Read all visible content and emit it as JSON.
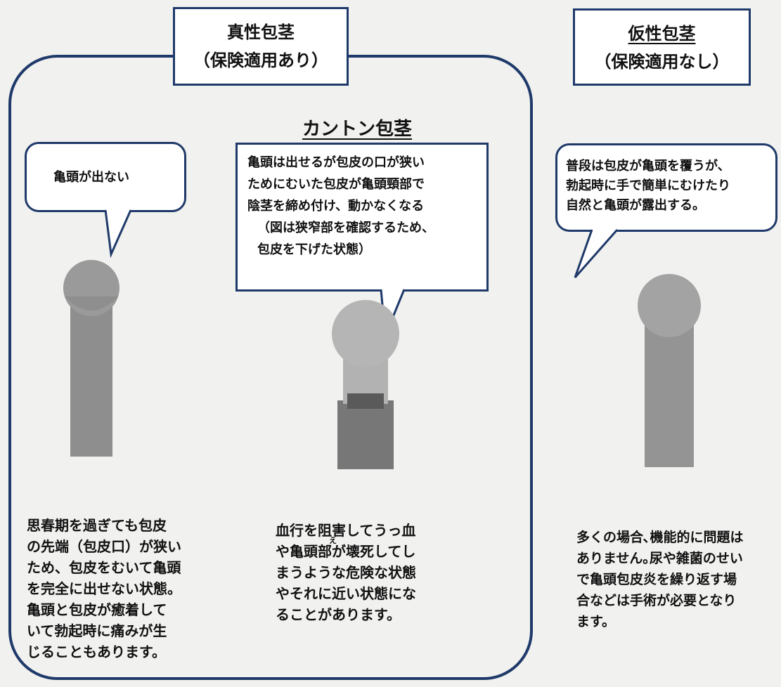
{
  "groups": {
    "true_phimosis": {
      "title": "真性包茎",
      "insurance": "（保険適用あり）"
    },
    "pseudo_phimosis": {
      "title": "仮性包茎",
      "insurance": "（保険適用なし）"
    }
  },
  "paraphimosis": {
    "title": "カントン包茎",
    "bubble_lines": [
      "亀頭は出せるが包皮の口が狭い",
      "ためにむいた包皮が亀頭頸部で",
      "陰茎を締め付け、動かなくなる",
      "（図は狭窄部を確認するため、",
      "包皮を下げた状態）"
    ],
    "desc_lines": [
      "血行を阻害してうっ血",
      "や亀頭部が壊死してし",
      "まうような危険な状態",
      "やそれに近い状態にな",
      "ることがあります。"
    ],
    "furigana": "え"
  },
  "true_phimosis_panel": {
    "bubble_text": "亀頭が出ない",
    "desc_lines": [
      "思春期を過ぎても包皮",
      "の先端（包皮口）が狭い",
      "ため、包皮をむいて亀頭",
      "を完全に出せない状態。",
      "亀頭と包皮が癒着して",
      "いて勃起時に痛みが生",
      "じることもあります。"
    ]
  },
  "pseudo_phimosis_panel": {
    "bubble_lines": [
      "普段は包皮が亀頭を覆うが、",
      "勃起時に手で簡単にむけたり",
      "自然と亀頭が露出する。"
    ],
    "desc_lines": [
      "多くの場合､機能的に問題は",
      "ありません｡尿や雑菌のせい",
      "で亀頭包皮炎を繰り返す場",
      "合などは手術が必要となり",
      "ます。"
    ]
  },
  "colors": {
    "frame": "#1f3a6a",
    "figure_shaft": "#8e8e8e",
    "figure_head": "#a6a6a6"
  }
}
